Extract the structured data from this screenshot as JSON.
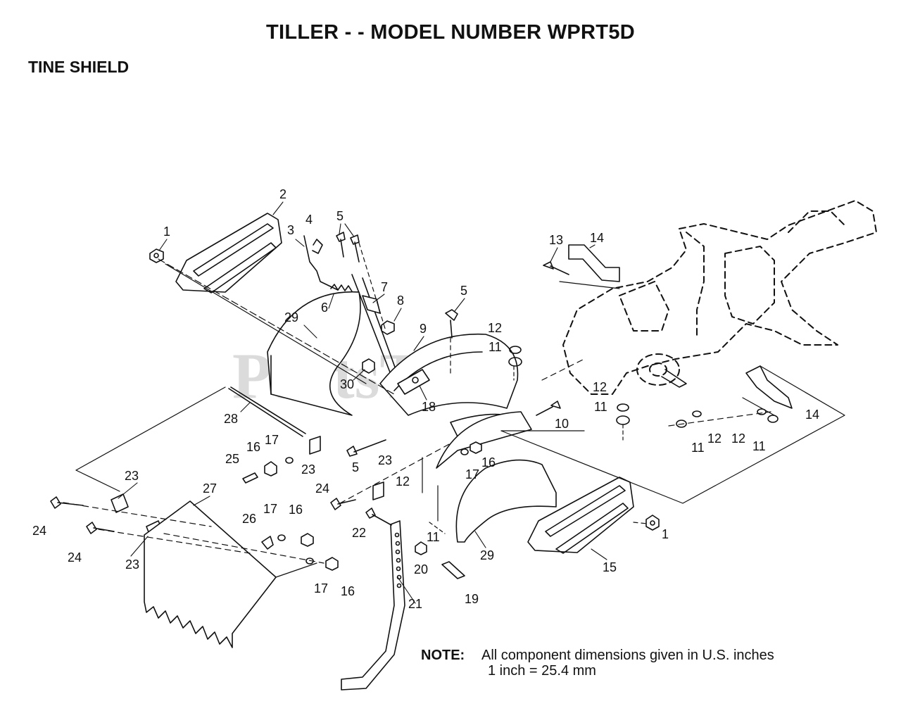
{
  "header": {
    "title": "TILLER - - MODEL NUMBER WPRT5D",
    "section": "TINE SHIELD"
  },
  "watermark": "PartsTree",
  "callouts": [
    {
      "id": "c1a",
      "text": "1"
    },
    {
      "id": "c2",
      "text": "2"
    },
    {
      "id": "c3",
      "text": "3"
    },
    {
      "id": "c4",
      "text": "4"
    },
    {
      "id": "c5a",
      "text": "5"
    },
    {
      "id": "c6",
      "text": "6"
    },
    {
      "id": "c7",
      "text": "7"
    },
    {
      "id": "c8",
      "text": "8"
    },
    {
      "id": "c29a",
      "text": "29"
    },
    {
      "id": "c5b",
      "text": "5"
    },
    {
      "id": "c9",
      "text": "9"
    },
    {
      "id": "c13",
      "text": "13"
    },
    {
      "id": "c14a",
      "text": "14"
    },
    {
      "id": "c12a",
      "text": "12"
    },
    {
      "id": "c11a",
      "text": "11"
    },
    {
      "id": "c30",
      "text": "30"
    },
    {
      "id": "c18",
      "text": "18"
    },
    {
      "id": "c12b",
      "text": "12"
    },
    {
      "id": "c11b",
      "text": "11"
    },
    {
      "id": "c14b",
      "text": "14"
    },
    {
      "id": "c10",
      "text": "10"
    },
    {
      "id": "c28",
      "text": "28"
    },
    {
      "id": "c17a",
      "text": "17"
    },
    {
      "id": "c16a",
      "text": "16"
    },
    {
      "id": "c25",
      "text": "25"
    },
    {
      "id": "c23a",
      "text": "23"
    },
    {
      "id": "c5c",
      "text": "5"
    },
    {
      "id": "c23b",
      "text": "23"
    },
    {
      "id": "c17b",
      "text": "17"
    },
    {
      "id": "c16b",
      "text": "16"
    },
    {
      "id": "c11c",
      "text": "11"
    },
    {
      "id": "c12c",
      "text": "12"
    },
    {
      "id": "c12d",
      "text": "12"
    },
    {
      "id": "c11d",
      "text": "11"
    },
    {
      "id": "c23c",
      "text": "23"
    },
    {
      "id": "c27",
      "text": "27"
    },
    {
      "id": "c24a",
      "text": "24"
    },
    {
      "id": "c12e",
      "text": "12"
    },
    {
      "id": "c26",
      "text": "26"
    },
    {
      "id": "c17c",
      "text": "17"
    },
    {
      "id": "c16c",
      "text": "16"
    },
    {
      "id": "c22",
      "text": "22"
    },
    {
      "id": "c11e",
      "text": "11"
    },
    {
      "id": "c29b",
      "text": "29"
    },
    {
      "id": "c1b",
      "text": "1"
    },
    {
      "id": "c24b",
      "text": "24"
    },
    {
      "id": "c24c",
      "text": "24"
    },
    {
      "id": "c23d",
      "text": "23"
    },
    {
      "id": "c20",
      "text": "20"
    },
    {
      "id": "c15",
      "text": "15"
    },
    {
      "id": "c17d",
      "text": "17"
    },
    {
      "id": "c16d",
      "text": "16"
    },
    {
      "id": "c19",
      "text": "19"
    },
    {
      "id": "c21",
      "text": "21"
    }
  ],
  "note": {
    "label": "NOTE:",
    "line1": "All component dimensions given in U.S. inches",
    "line2": "1 inch = 25.4 mm"
  }
}
